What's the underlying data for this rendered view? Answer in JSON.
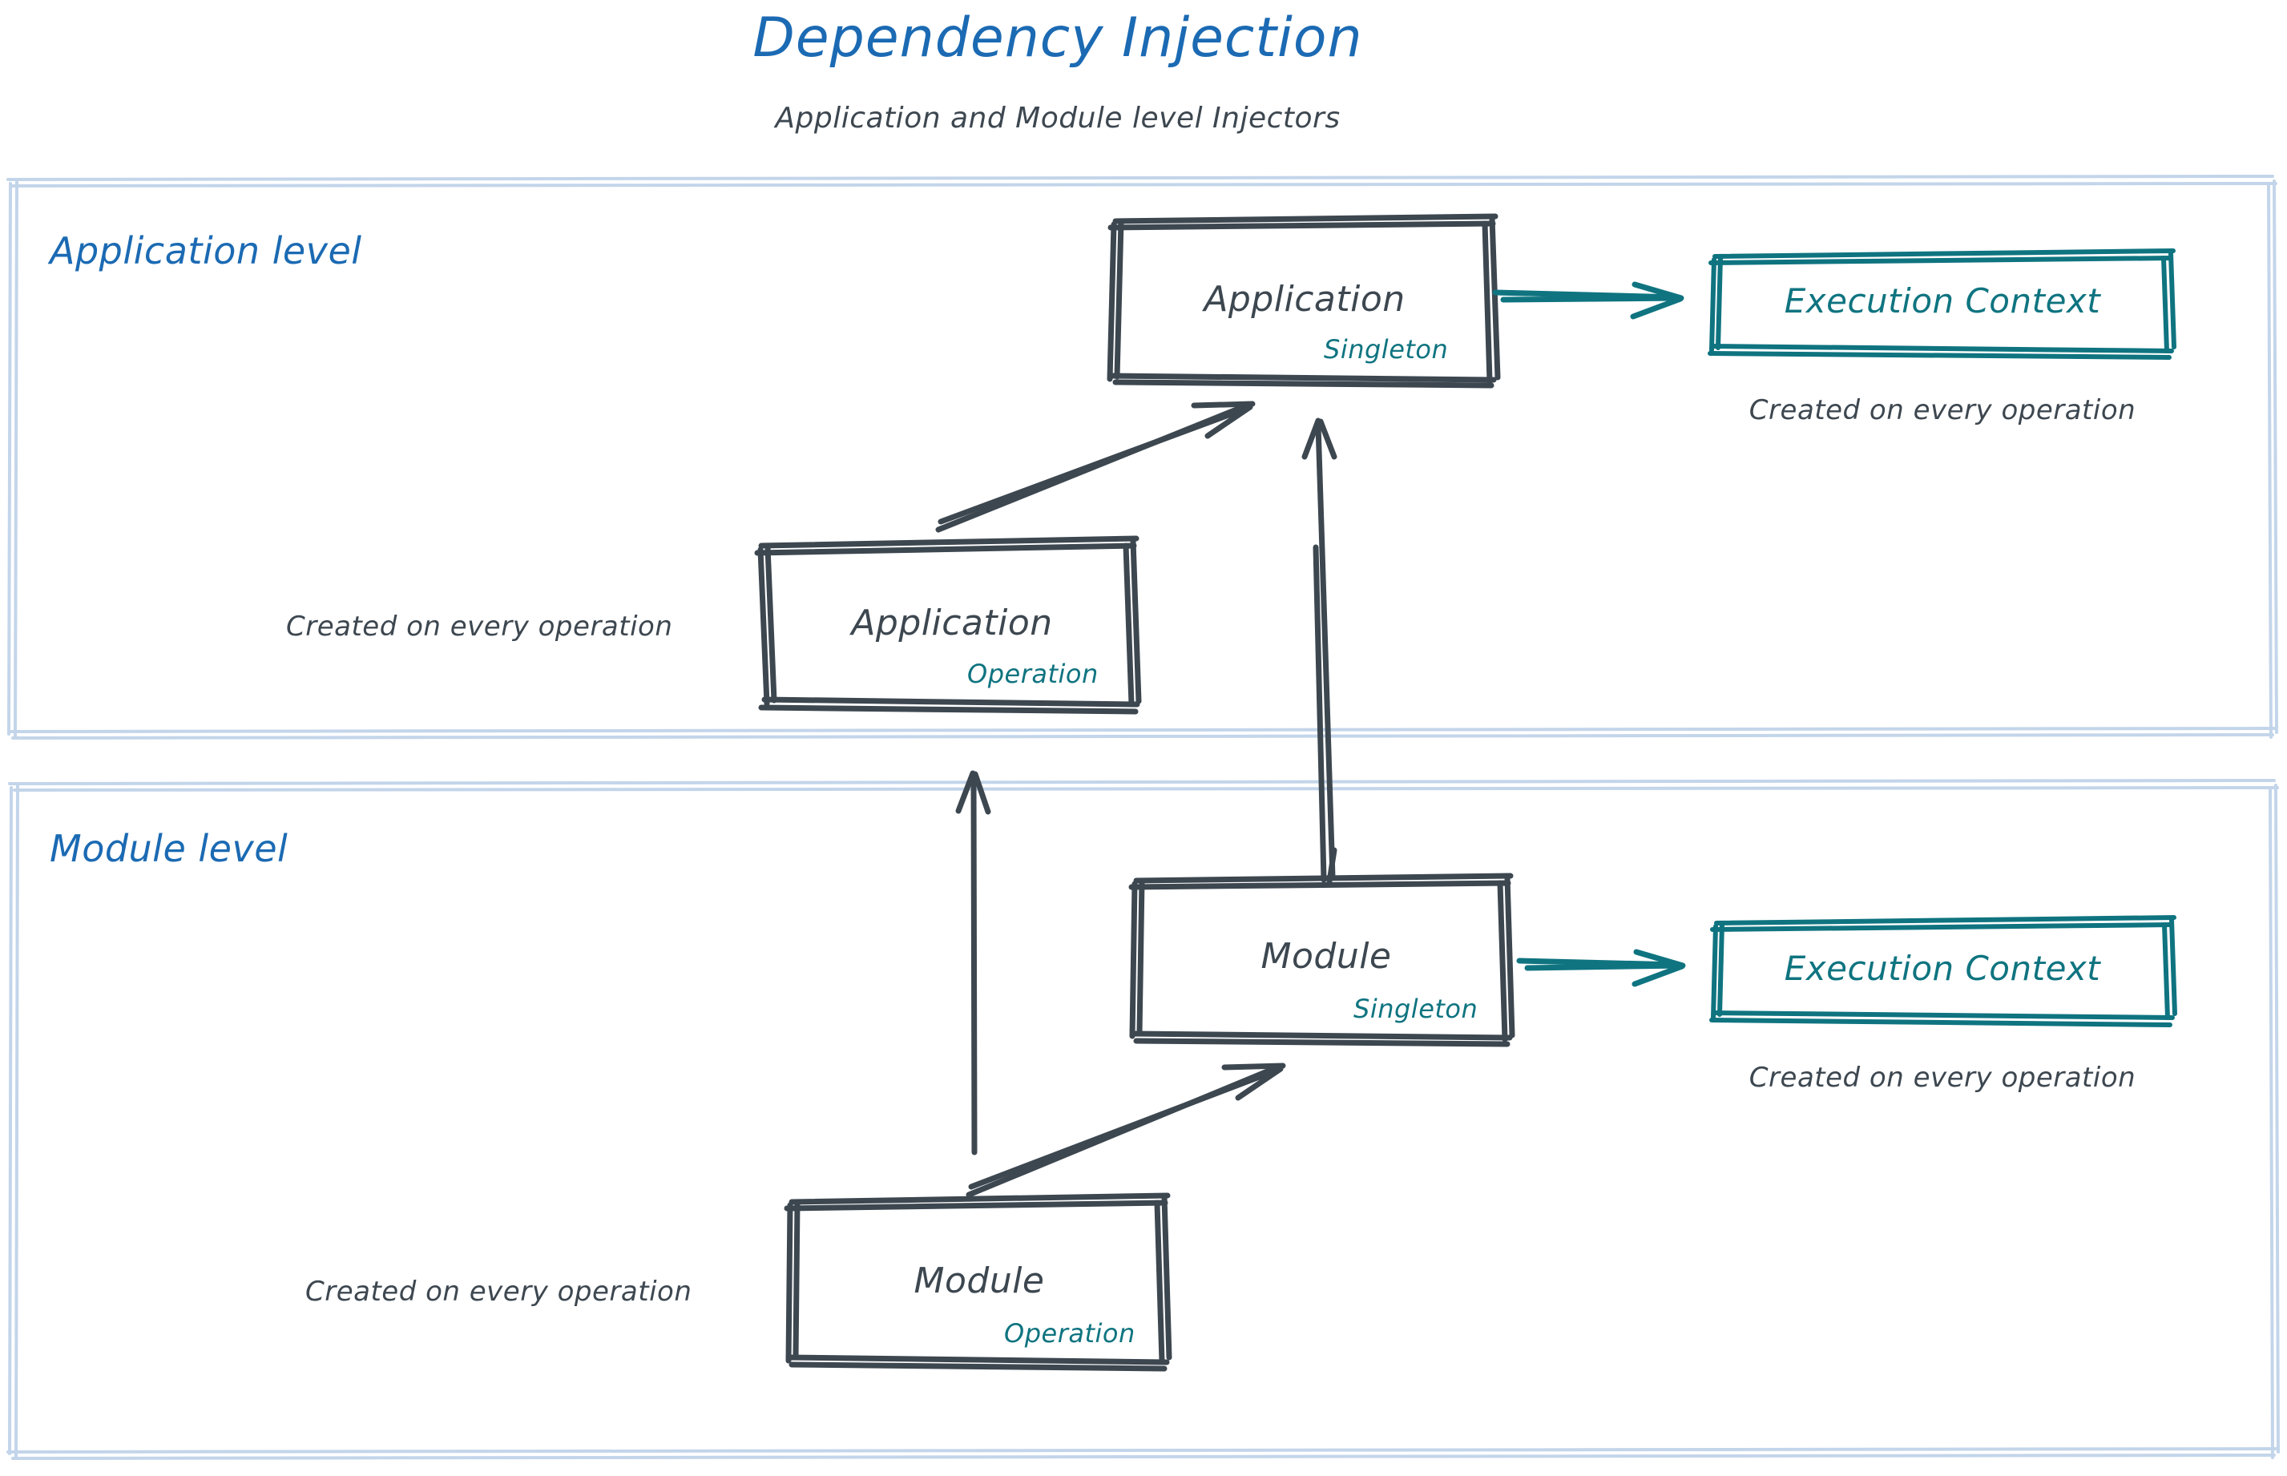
{
  "header": {
    "title": "Dependency Injection",
    "subtitle": "Application and Module level Injectors",
    "title_color": "#1b6ab3",
    "subtitle_color": "#3d4750"
  },
  "theme": {
    "ink": "#3d4750",
    "accent_blue": "#1b6ab3",
    "accent_teal": "#0f7480",
    "panel_border": "#c3d5ea",
    "background": "#ffffff"
  },
  "panels": [
    {
      "id": "application-level",
      "label": "Application level",
      "nodes": [
        {
          "id": "application-singleton",
          "title": "Application",
          "badge": "Singleton",
          "badge_color": "#0f7480"
        },
        {
          "id": "application-operation",
          "title": "Application",
          "badge": "Operation",
          "badge_color": "#0f7480"
        },
        {
          "id": "application-execution-context",
          "title": "Execution Context",
          "color": "#0f7480"
        }
      ],
      "notes": [
        {
          "id": "note-app-exec-context",
          "text": "Created on every operation"
        },
        {
          "id": "note-app-operation",
          "text": "Created on every operation"
        }
      ]
    },
    {
      "id": "module-level",
      "label": "Module level",
      "nodes": [
        {
          "id": "module-singleton",
          "title": "Module",
          "badge": "Singleton",
          "badge_color": "#0f7480"
        },
        {
          "id": "module-operation",
          "title": "Module",
          "badge": "Operation",
          "badge_color": "#0f7480"
        },
        {
          "id": "module-execution-context",
          "title": "Execution Context",
          "color": "#0f7480"
        }
      ],
      "notes": [
        {
          "id": "note-module-exec-context",
          "text": "Created on every operation"
        },
        {
          "id": "note-module-operation",
          "text": "Created on every operation"
        }
      ]
    }
  ],
  "edges": [
    {
      "id": "edge-app-operation-to-app-singleton",
      "from": "application-operation",
      "to": "application-singleton",
      "color": "#3d4750",
      "style": "sketch-double"
    },
    {
      "id": "edge-app-singleton-to-exec-context",
      "from": "application-singleton",
      "to": "application-execution-context",
      "color": "#0f7480",
      "style": "sketch-double"
    },
    {
      "id": "edge-module-singleton-to-app-singleton",
      "from": "module-singleton",
      "to": "application-singleton",
      "color": "#3d4750",
      "style": "sketch-double"
    },
    {
      "id": "edge-module-operation-to-app-operation",
      "from": "module-operation",
      "to": "application-operation",
      "color": "#3d4750",
      "style": "sketch-single"
    },
    {
      "id": "edge-module-operation-to-module-singleton",
      "from": "module-operation",
      "to": "module-singleton",
      "color": "#3d4750",
      "style": "sketch-double"
    },
    {
      "id": "edge-module-singleton-to-exec-context",
      "from": "module-singleton",
      "to": "module-execution-context",
      "color": "#0f7480",
      "style": "sketch-double"
    }
  ]
}
